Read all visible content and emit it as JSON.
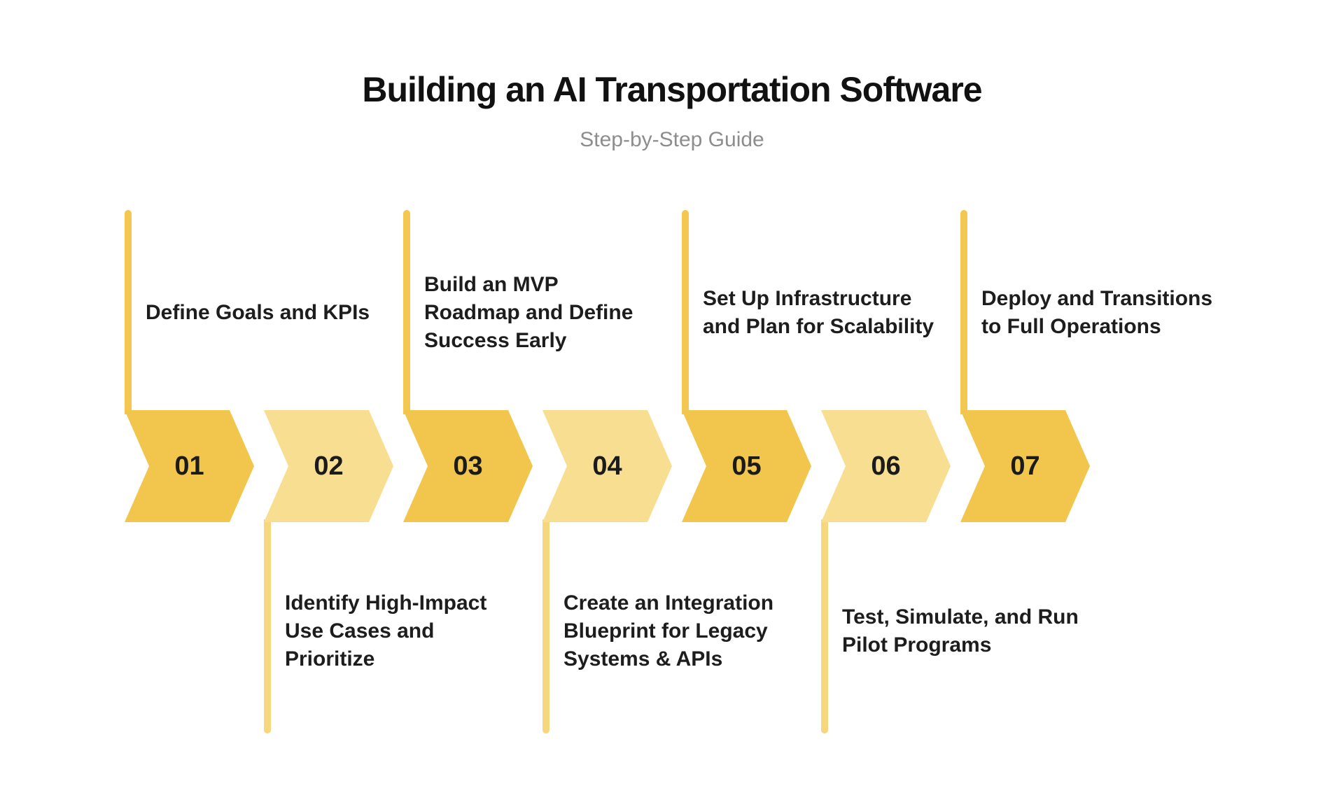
{
  "page": {
    "background": "#FFFFFF"
  },
  "header": {
    "title": "Building an AI Transportation Software",
    "subtitle": "Step-by-Step Guide"
  },
  "palette": {
    "chevron_dark": "#F2C64D",
    "chevron_light": "#F8DE90",
    "connector_dark": "#F3C750",
    "connector_light": "#F6D77E",
    "number_text": "#1B1B1B",
    "label_text": "#1D1D1D",
    "title_text": "#111111",
    "subtitle_text": "#8D8D8D"
  },
  "steps": [
    {
      "number": "01",
      "tone": "dark",
      "label_position": "above",
      "label": "Define Goals and KPIs"
    },
    {
      "number": "02",
      "tone": "light",
      "label_position": "below",
      "label": "Identify High-Impact\nUse Cases and\nPrioritize"
    },
    {
      "number": "03",
      "tone": "dark",
      "label_position": "above",
      "label": "Build an MVP\nRoadmap and Define\nSuccess Early"
    },
    {
      "number": "04",
      "tone": "light",
      "label_position": "below",
      "label": "Create an Integration\nBlueprint for Legacy\nSystems & APIs"
    },
    {
      "number": "05",
      "tone": "dark",
      "label_position": "above",
      "label": "Set Up Infrastructure\nand Plan for Scalability"
    },
    {
      "number": "06",
      "tone": "light",
      "label_position": "below",
      "label": "Test, Simulate, and Run\nPilot Programs"
    },
    {
      "number": "07",
      "tone": "dark",
      "label_position": "above",
      "label": "Deploy and Transitions\nto Full Operations"
    }
  ]
}
